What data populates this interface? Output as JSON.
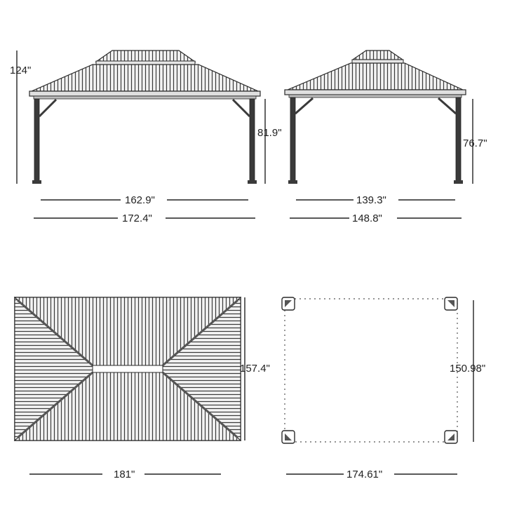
{
  "diagram": {
    "front_view": {
      "height_total": "124\"",
      "post_height": "81.9\"",
      "inner_width": "162.9\"",
      "outer_width": "172.4\""
    },
    "side_view": {
      "post_height": "76.7\"",
      "inner_width": "139.3\"",
      "outer_width": "148.8\""
    },
    "roof_top_view": {
      "width": "181\"",
      "depth": "157.4\""
    },
    "footprint_view": {
      "width": "174.61\"",
      "depth": "150.98\""
    },
    "colors": {
      "line": "#222222",
      "roof_light": "#d8d8d8",
      "post": "#3a3a3a"
    }
  }
}
